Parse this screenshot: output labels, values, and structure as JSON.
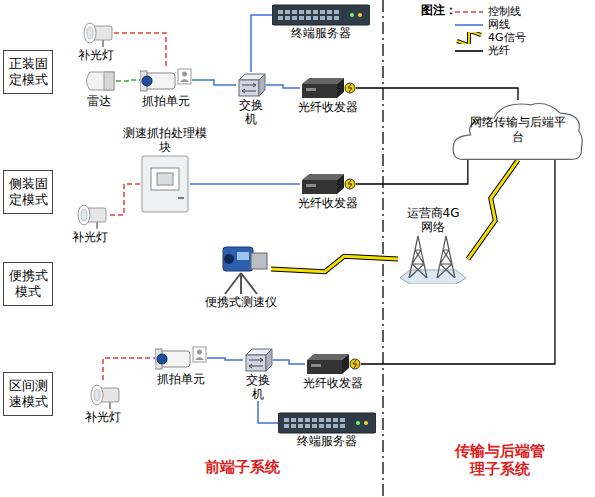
{
  "diagram": {
    "nodes": [
      {
        "text": [
          "正装固定模式"
        ]
      },
      {
        "text": [
          "补光灯"
        ]
      },
      {
        "text": [
          "终端服务器"
        ]
      },
      {
        "text": [
          "雷达"
        ]
      },
      {
        "text": [
          "抓拍单元"
        ]
      },
      {
        "text": [
          "交换机"
        ]
      },
      {
        "text": [
          "光纤收发器"
        ]
      },
      {
        "text": [
          "网络传输与后端平台"
        ]
      },
      {
        "text": [
          "测速抓拍处理模块"
        ]
      },
      {
        "text": [
          "侧装固定模式"
        ]
      },
      {
        "text": [
          "光纤收发器"
        ]
      },
      {
        "text": [
          "补光灯"
        ]
      },
      {
        "text": [
          "运营商4G网络"
        ]
      },
      {
        "text": [
          "便携式模式"
        ]
      },
      {
        "text": [
          "便携式测速仪"
        ]
      },
      {
        "text": [
          "区间测速模式"
        ]
      },
      {
        "text": [
          "抓拍单元"
        ]
      },
      {
        "text": [
          "交换机"
        ]
      },
      {
        "text": [
          "光纤收发器"
        ]
      },
      {
        "text": [
          "补光灯"
        ]
      },
      {
        "text": [
          "终端服务器"
        ]
      }
    ],
    "edges": [
      {
        "from": 1,
        "to": 4,
        "arrow": "none"
      },
      {
        "from": 3,
        "to": 4,
        "arrow": "none"
      },
      {
        "from": 4,
        "to": 5,
        "arrow": "none"
      },
      {
        "from": 5,
        "to": 2,
        "arrow": "none"
      },
      {
        "from": 5,
        "to": 6,
        "arrow": "none"
      },
      {
        "from": 6,
        "to": 7,
        "arrow": "none"
      },
      {
        "from": 8,
        "to": 10,
        "arrow": "none"
      },
      {
        "from": 8,
        "to": 11,
        "arrow": "none"
      },
      {
        "from": 10,
        "to": 7,
        "arrow": "none"
      },
      {
        "from": 14,
        "to": 12,
        "arrow": "none"
      },
      {
        "from": 12,
        "to": 7,
        "arrow": "none"
      },
      {
        "from": 16,
        "to": 17,
        "arrow": "none"
      },
      {
        "from": 19,
        "to": 16,
        "arrow": "none"
      },
      {
        "from": 17,
        "to": 20,
        "arrow": "none"
      },
      {
        "from": 17,
        "to": 18,
        "arrow": "none"
      },
      {
        "from": 18,
        "to": 7,
        "arrow": "none"
      }
    ],
    "labels": [
      "图注：",
      "前端子系统",
      "传输与后端管理子系统"
    ],
    "legend": [
      {
        "text": "控制线"
      },
      {
        "text": "网线"
      },
      {
        "text": "4G信号"
      },
      {
        "text": "光纤"
      }
    ]
  }
}
